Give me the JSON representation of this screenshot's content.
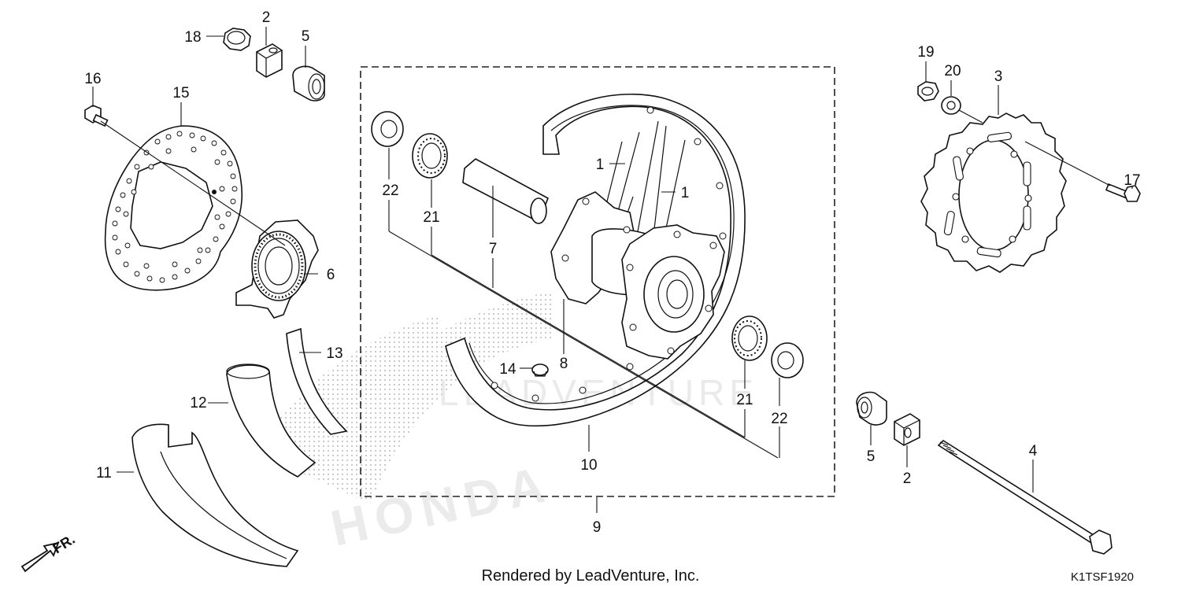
{
  "footer": {
    "credit": "Rendered by LeadVenture, Inc.",
    "code": "K1TSF1920",
    "front_label": "FR."
  },
  "watermark": {
    "text": "LEADVENTURE",
    "brand": "HONDA"
  },
  "callouts": {
    "c18": "18",
    "c2a": "2",
    "c5a": "5",
    "c16": "16",
    "c15": "15",
    "c6": "6",
    "c13": "13",
    "c12": "12",
    "c11": "11",
    "c22a": "22",
    "c21a": "21",
    "c7": "7",
    "c1a": "1",
    "c1b": "1",
    "c8": "8",
    "c14": "14",
    "c10": "10",
    "c9": "9",
    "c21b": "21",
    "c22b": "22",
    "c19": "19",
    "c20": "20",
    "c3": "3",
    "c17": "17",
    "c5b": "5",
    "c2b": "2",
    "c4": "4"
  },
  "colors": {
    "line": "#111111",
    "watermark": "#d9d9d9"
  }
}
